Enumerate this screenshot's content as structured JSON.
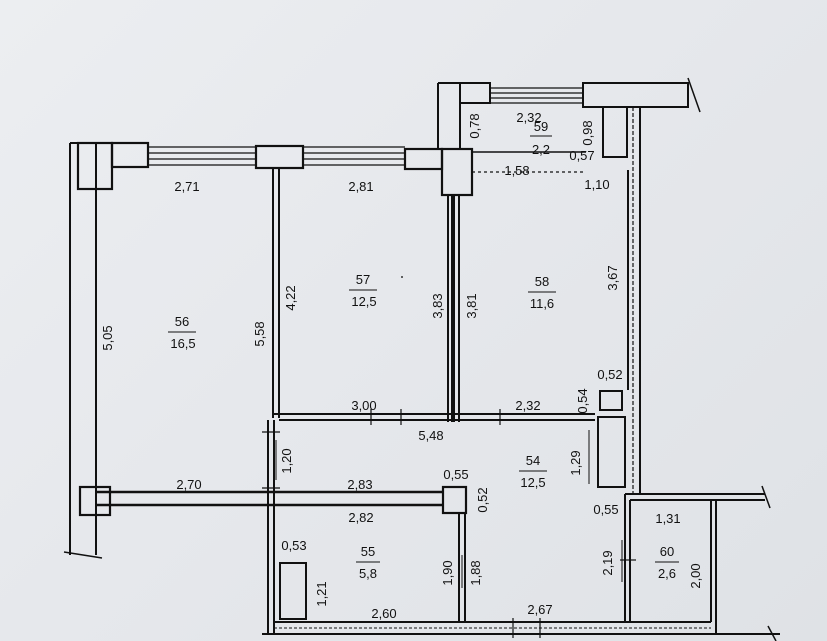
{
  "plan": {
    "rooms": [
      {
        "number": "56",
        "area": "16,5"
      },
      {
        "number": "57",
        "area": "12,5"
      },
      {
        "number": "58",
        "area": "11,6"
      },
      {
        "number": "59",
        "area": "2,2"
      },
      {
        "number": "54",
        "area": "12,5"
      },
      {
        "number": "55",
        "area": "5,8"
      },
      {
        "number": "60",
        "area": "2,6"
      }
    ],
    "dimensions": {
      "d_2_71": "2,71",
      "d_2_81": "2,81",
      "d_2_32_top": "2,32",
      "d_0_78": "0,78",
      "d_0_98": "0,98",
      "d_0_57": "0,57",
      "d_1_58": "1,58",
      "d_1_10": "1,10",
      "d_5_05": "5,05",
      "d_5_58": "5,58",
      "d_4_22": "4,22",
      "d_3_83": "3,83",
      "d_3_81": "3,81",
      "d_3_67": "3,67",
      "d_0_52_top": "0,52",
      "d_0_54": "0,54",
      "d_3_00": "3,00",
      "d_2_32_mid": "2,32",
      "d_5_48": "5,48",
      "d_1_20": "1,20",
      "d_1_29": "1,29",
      "d_2_70": "2,70",
      "d_2_83": "2,83",
      "d_0_55_mid": "0,55",
      "d_0_52_mid": "0,52",
      "d_2_82": "2,82",
      "d_0_55_right": "0,55",
      "d_1_31": "1,31",
      "d_0_53": "0,53",
      "d_1_21": "1,21",
      "d_1_90": "1,90",
      "d_1_88": "1,88",
      "d_2_19": "2,19",
      "d_2_00": "2,00",
      "d_2_60": "2,60",
      "d_2_67": "2,67"
    }
  }
}
